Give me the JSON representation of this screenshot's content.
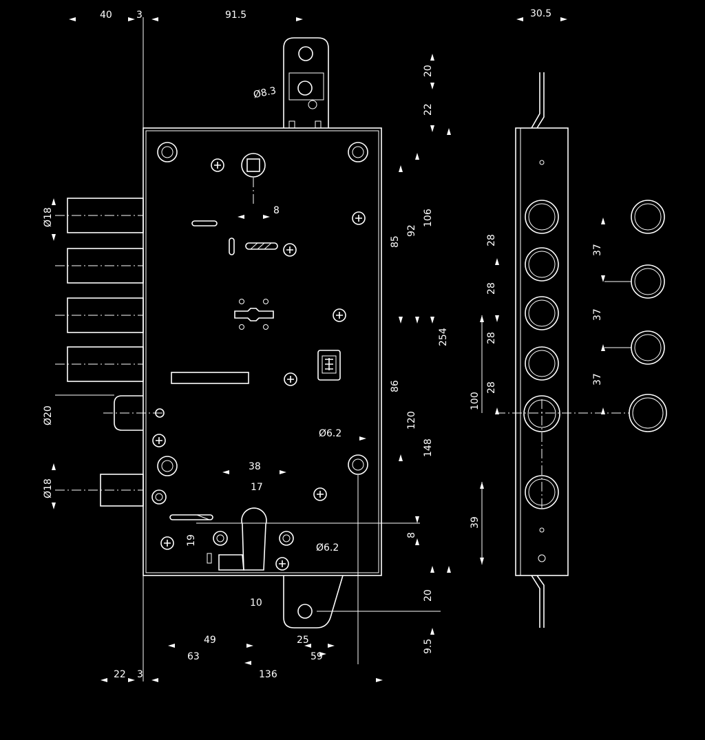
{
  "dimensions": {
    "d40": "40",
    "d3_top": "3",
    "d91_5": "91.5",
    "d30_5": "30.5",
    "d20_top": "20",
    "d22_top": "22",
    "phi8_3": "Ø8.3",
    "slot8": "8",
    "d85": "85",
    "d92": "92",
    "d106": "106",
    "d254": "254",
    "d86": "86",
    "d120": "120",
    "d148": "148",
    "phi6_2_a": "Ø6.2",
    "phi18_a": "Ø18",
    "phi20": "Ø20",
    "phi18_b": "Ø18",
    "d38": "38",
    "d17": "17",
    "d19": "19",
    "d8": "8",
    "phi6_2_b": "Ø6.2",
    "d10": "10",
    "d20_bot": "20",
    "d9_5": "9.5",
    "d49": "49",
    "d63": "63",
    "d25": "25",
    "d59": "59",
    "d22_bot": "22",
    "d3_bot": "3",
    "d136": "136",
    "s28_1": "28",
    "s28_2": "28",
    "s28_3": "28",
    "s28_4": "28",
    "s100": "100",
    "s39": "39",
    "r37_1": "37",
    "r37_2": "37",
    "r37_3": "37"
  }
}
